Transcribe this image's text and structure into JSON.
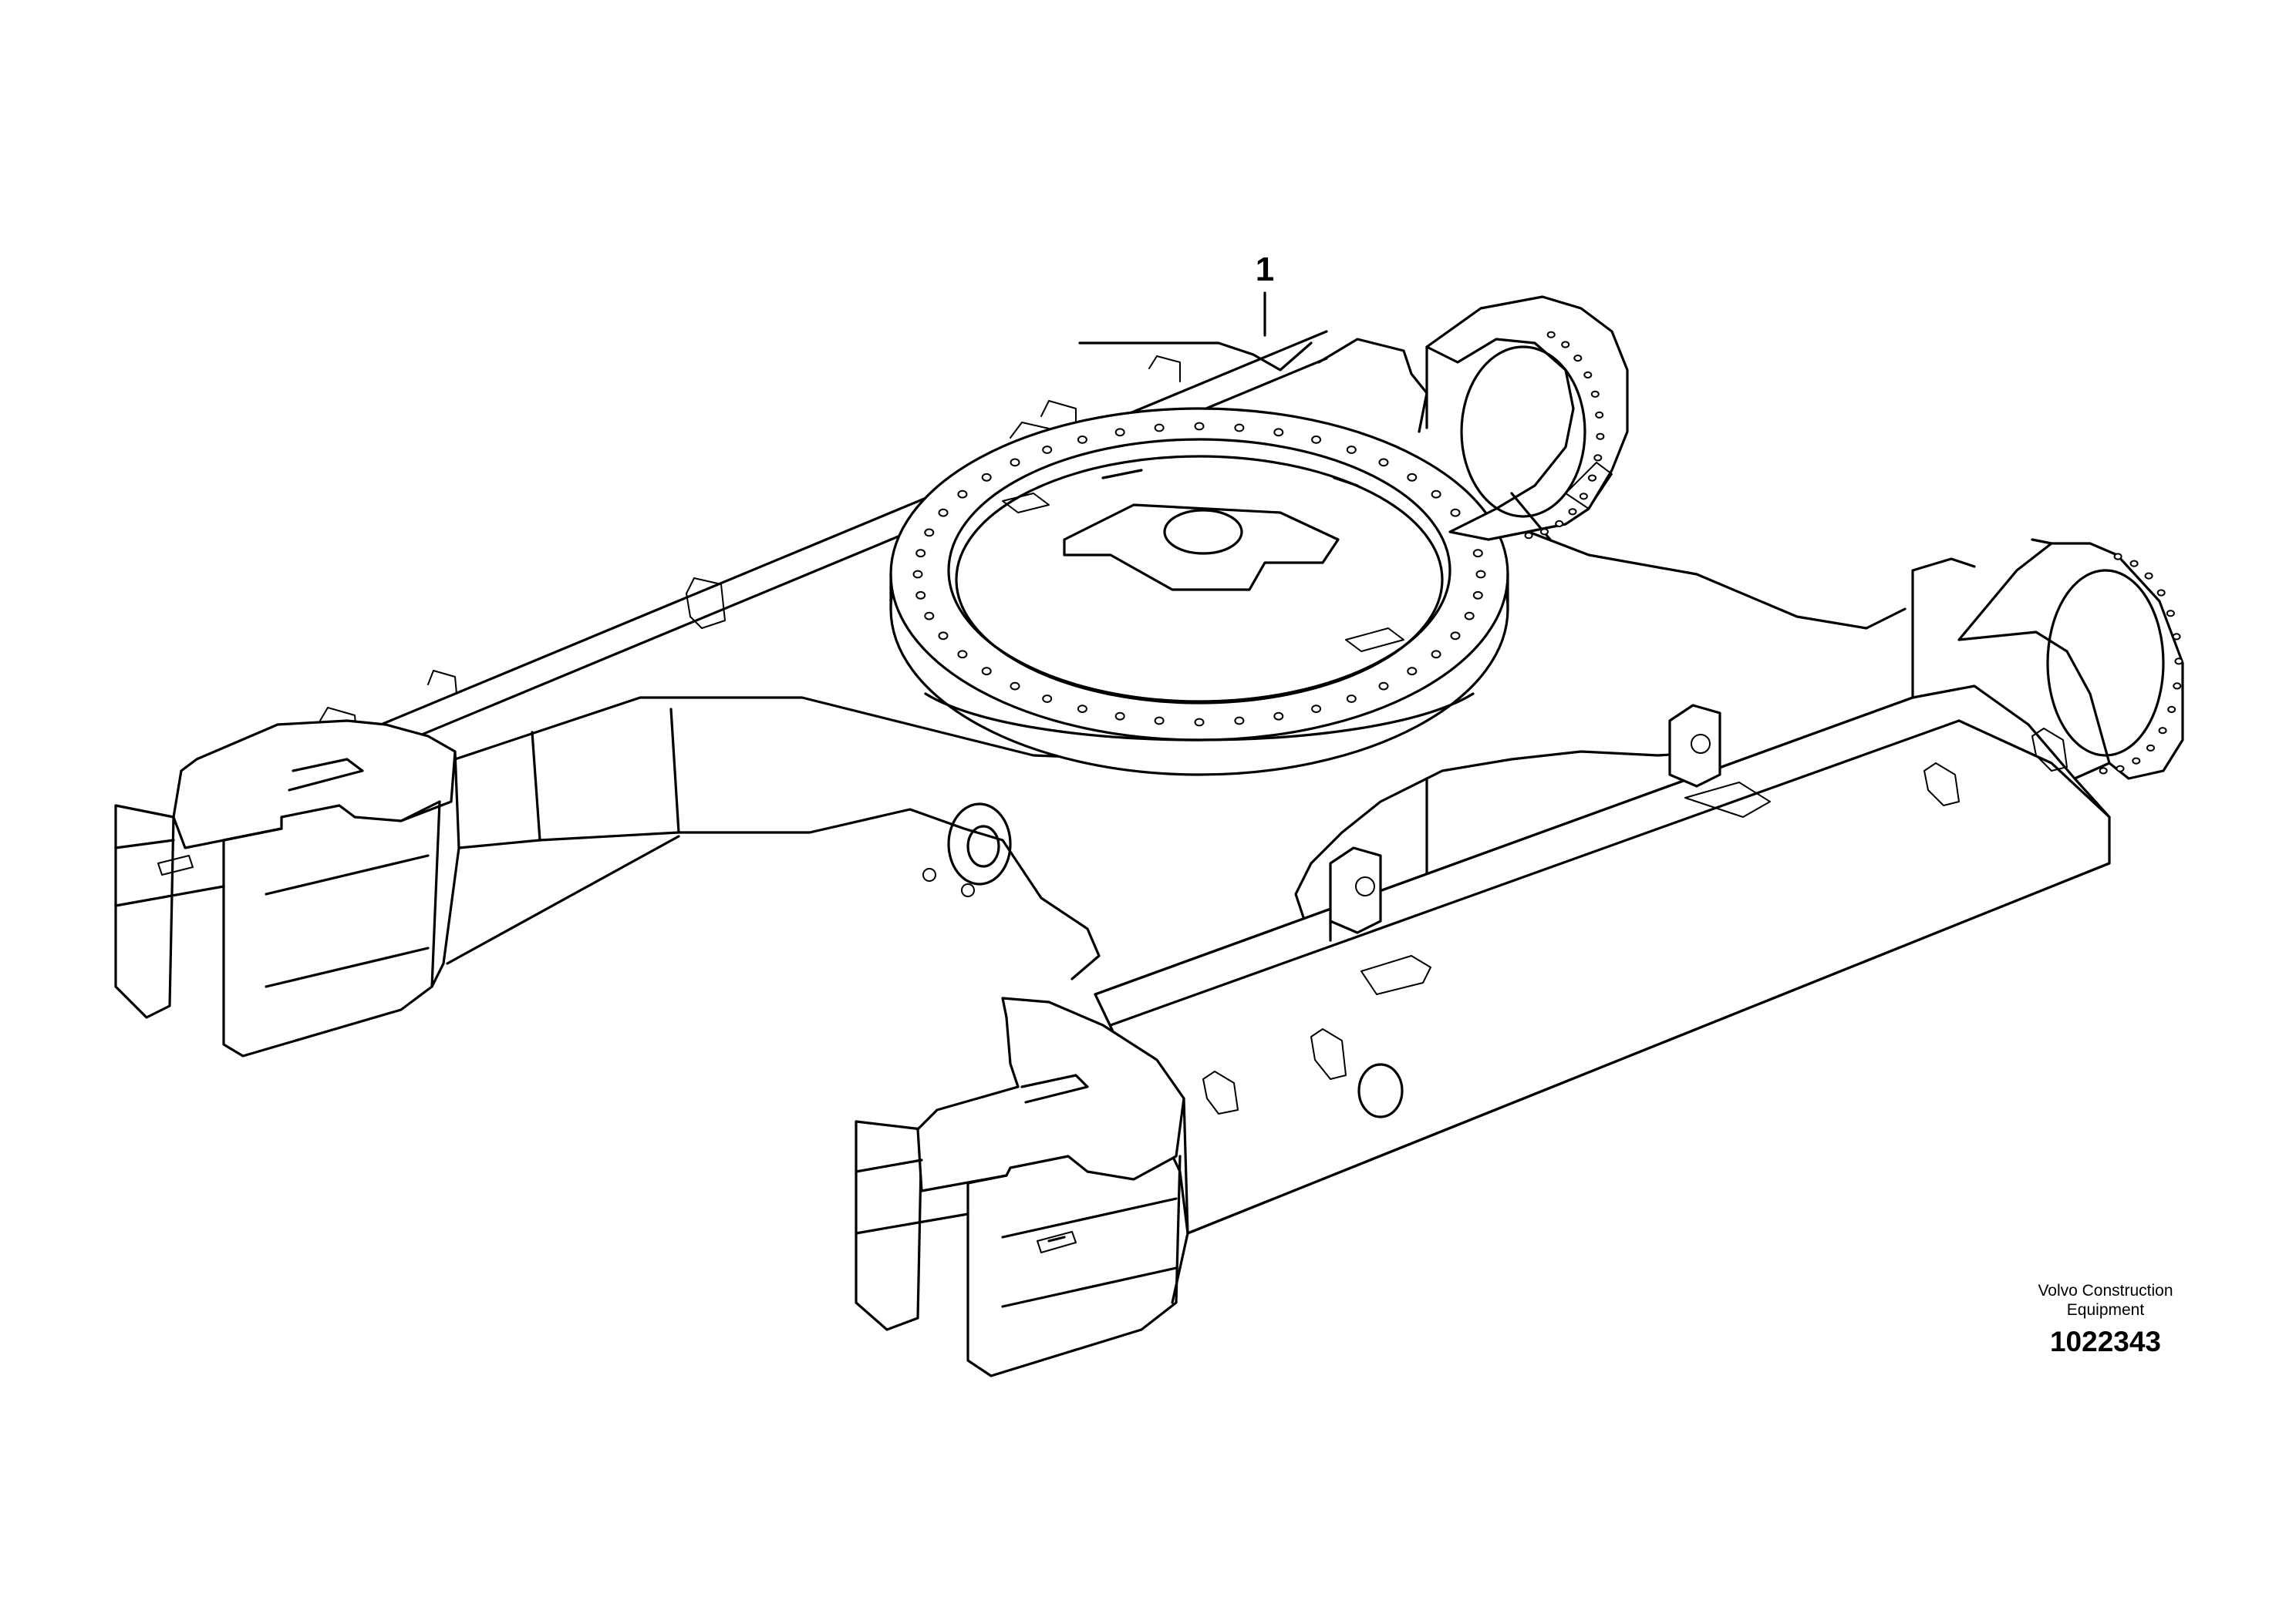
{
  "callout": {
    "label": "1"
  },
  "publisher": {
    "line1": "Volvo Construction",
    "line2": "Equipment"
  },
  "figure_number": "1022343",
  "colors": {
    "ink": "#000000",
    "paper": "#ffffff"
  }
}
